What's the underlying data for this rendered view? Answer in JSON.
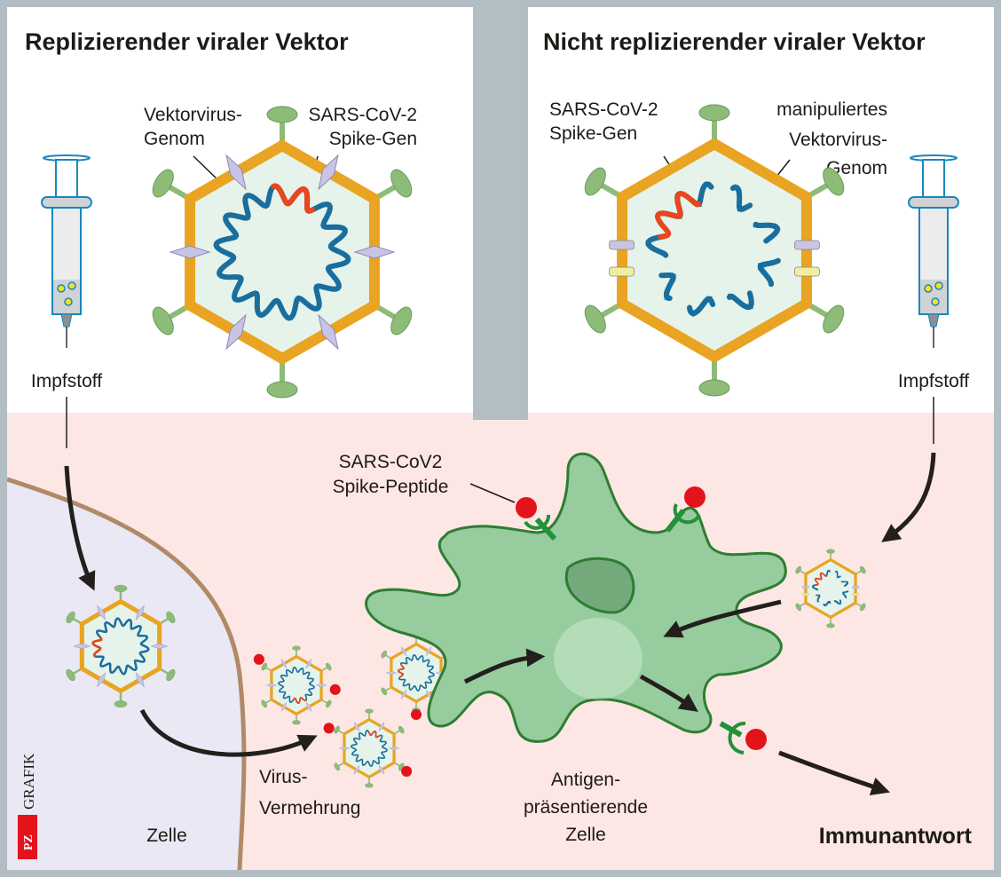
{
  "panels": {
    "left": {
      "title": "Replizierender viraler Vektor",
      "label_genome": [
        "Vektorvirus-",
        "Genom"
      ],
      "label_spike": [
        "SARS-CoV-2",
        "Spike-Gen"
      ],
      "syringe_label": "Impfstoff"
    },
    "right": {
      "title": "Nicht replizierender viraler Vektor",
      "label_spike": [
        "SARS-CoV-2",
        "Spike-Gen"
      ],
      "label_genome": [
        "manipuliertes",
        "Vektorvirus-",
        "Genom"
      ],
      "syringe_label": "Impfstoff"
    }
  },
  "bottom": {
    "peptide_label": [
      "SARS-CoV2",
      "Spike-Peptide"
    ],
    "replication_label": [
      "Virus-",
      "Vermehrung"
    ],
    "cell_label": "Zelle",
    "apc_label": [
      "Antigen-",
      "präsentierende",
      "Zelle"
    ],
    "response_label": "Immunantwort"
  },
  "credit": {
    "brand": "PZ",
    "text": "GRAFIK"
  },
  "colors": {
    "frame": "#b3bec4",
    "top_bg": "#ffffff",
    "bottom_bg": "#fce7e4",
    "cell_bg": "#e9e8f4",
    "cell_membrane": "#b08a66",
    "capsid": "#e8a422",
    "capsid_inner": "#e5f3ea",
    "fiber": "#8dbc78",
    "genome_vector": "#1a6e9e",
    "genome_spike": "#e8461e",
    "protein": "#c8c4e4",
    "protein_yellow": "#eef0a0",
    "apc_fill": "#96cc9e",
    "apc_stroke": "#2e7d32",
    "nucleus": "#74a97c",
    "receptor": "#23913a",
    "peptide": "#e3131b",
    "arrow": "#231f1c",
    "brand_red": "#e3131b"
  }
}
